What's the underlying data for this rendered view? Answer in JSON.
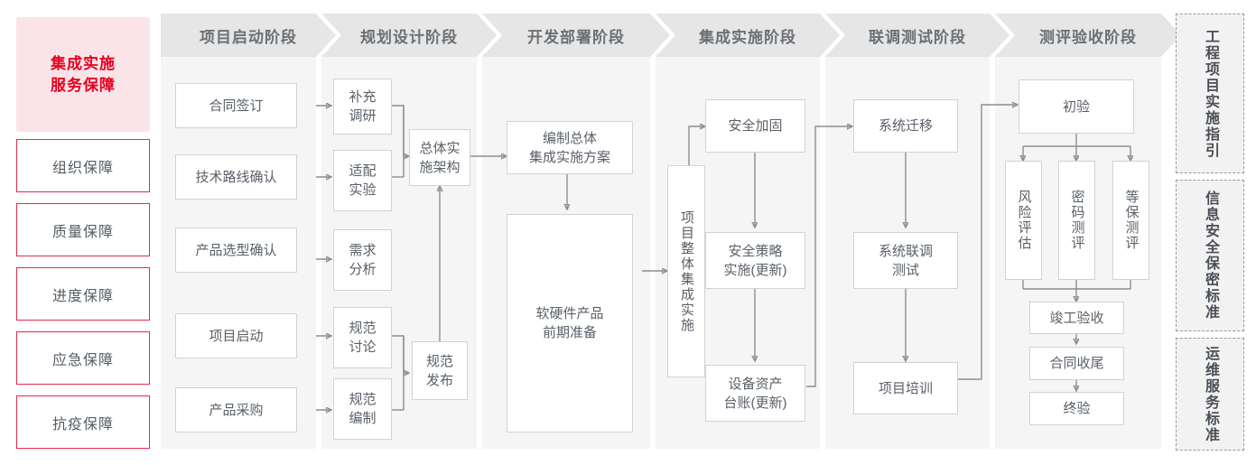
{
  "guarantee": {
    "title_lines": [
      "集成实施",
      "服务保障"
    ],
    "accent_color": "#e60020",
    "title_bg": "#fbe4e8",
    "border_color": "#e8294a",
    "items": [
      {
        "label": "组织保障"
      },
      {
        "label": "质量保障"
      },
      {
        "label": "进度保障"
      },
      {
        "label": "应急保障"
      },
      {
        "label": "抗疫保障"
      }
    ]
  },
  "phases": [
    {
      "header": "项目启动阶段",
      "nodes": [
        {
          "label": "合同签订"
        },
        {
          "label": "技术路线确认"
        },
        {
          "label": "产品选型确认"
        },
        {
          "label": "项目启动"
        },
        {
          "label": "产品采购"
        }
      ]
    },
    {
      "header": "规划设计阶段",
      "nodes": [
        {
          "label": "补充\n调研"
        },
        {
          "label": "适配\n实验"
        },
        {
          "label": "需求\n分析"
        },
        {
          "label": "规范\n讨论"
        },
        {
          "label": "规范\n编制"
        },
        {
          "label": "总体实\n施架构"
        },
        {
          "label": "规范\n发布"
        }
      ]
    },
    {
      "header": "开发部署阶段",
      "nodes": [
        {
          "label": "编制总体\n集成实施方案"
        },
        {
          "label": "软硬件产品\n前期准备"
        }
      ]
    },
    {
      "header": "集成实施阶段",
      "nodes": [
        {
          "label": "项目整体集成实施"
        },
        {
          "label": "安全加固"
        },
        {
          "label": "安全策略\n实施(更新)"
        },
        {
          "label": "设备资产\n台账(更新)"
        }
      ]
    },
    {
      "header": "联调测试阶段",
      "nodes": [
        {
          "label": "系统迁移"
        },
        {
          "label": "系统联调\n测试"
        },
        {
          "label": "项目培训"
        }
      ]
    },
    {
      "header": "测评验收阶段",
      "nodes": [
        {
          "label": "初验"
        },
        {
          "label": "风险评估"
        },
        {
          "label": "密码测评"
        },
        {
          "label": "等保测评"
        },
        {
          "label": "竣工验收"
        },
        {
          "label": "合同收尾"
        },
        {
          "label": "终验"
        }
      ]
    }
  ],
  "standards": [
    {
      "label": "工程项目实施指引"
    },
    {
      "label": "信息安全保密标准"
    },
    {
      "label": "运维服务标准"
    }
  ]
}
